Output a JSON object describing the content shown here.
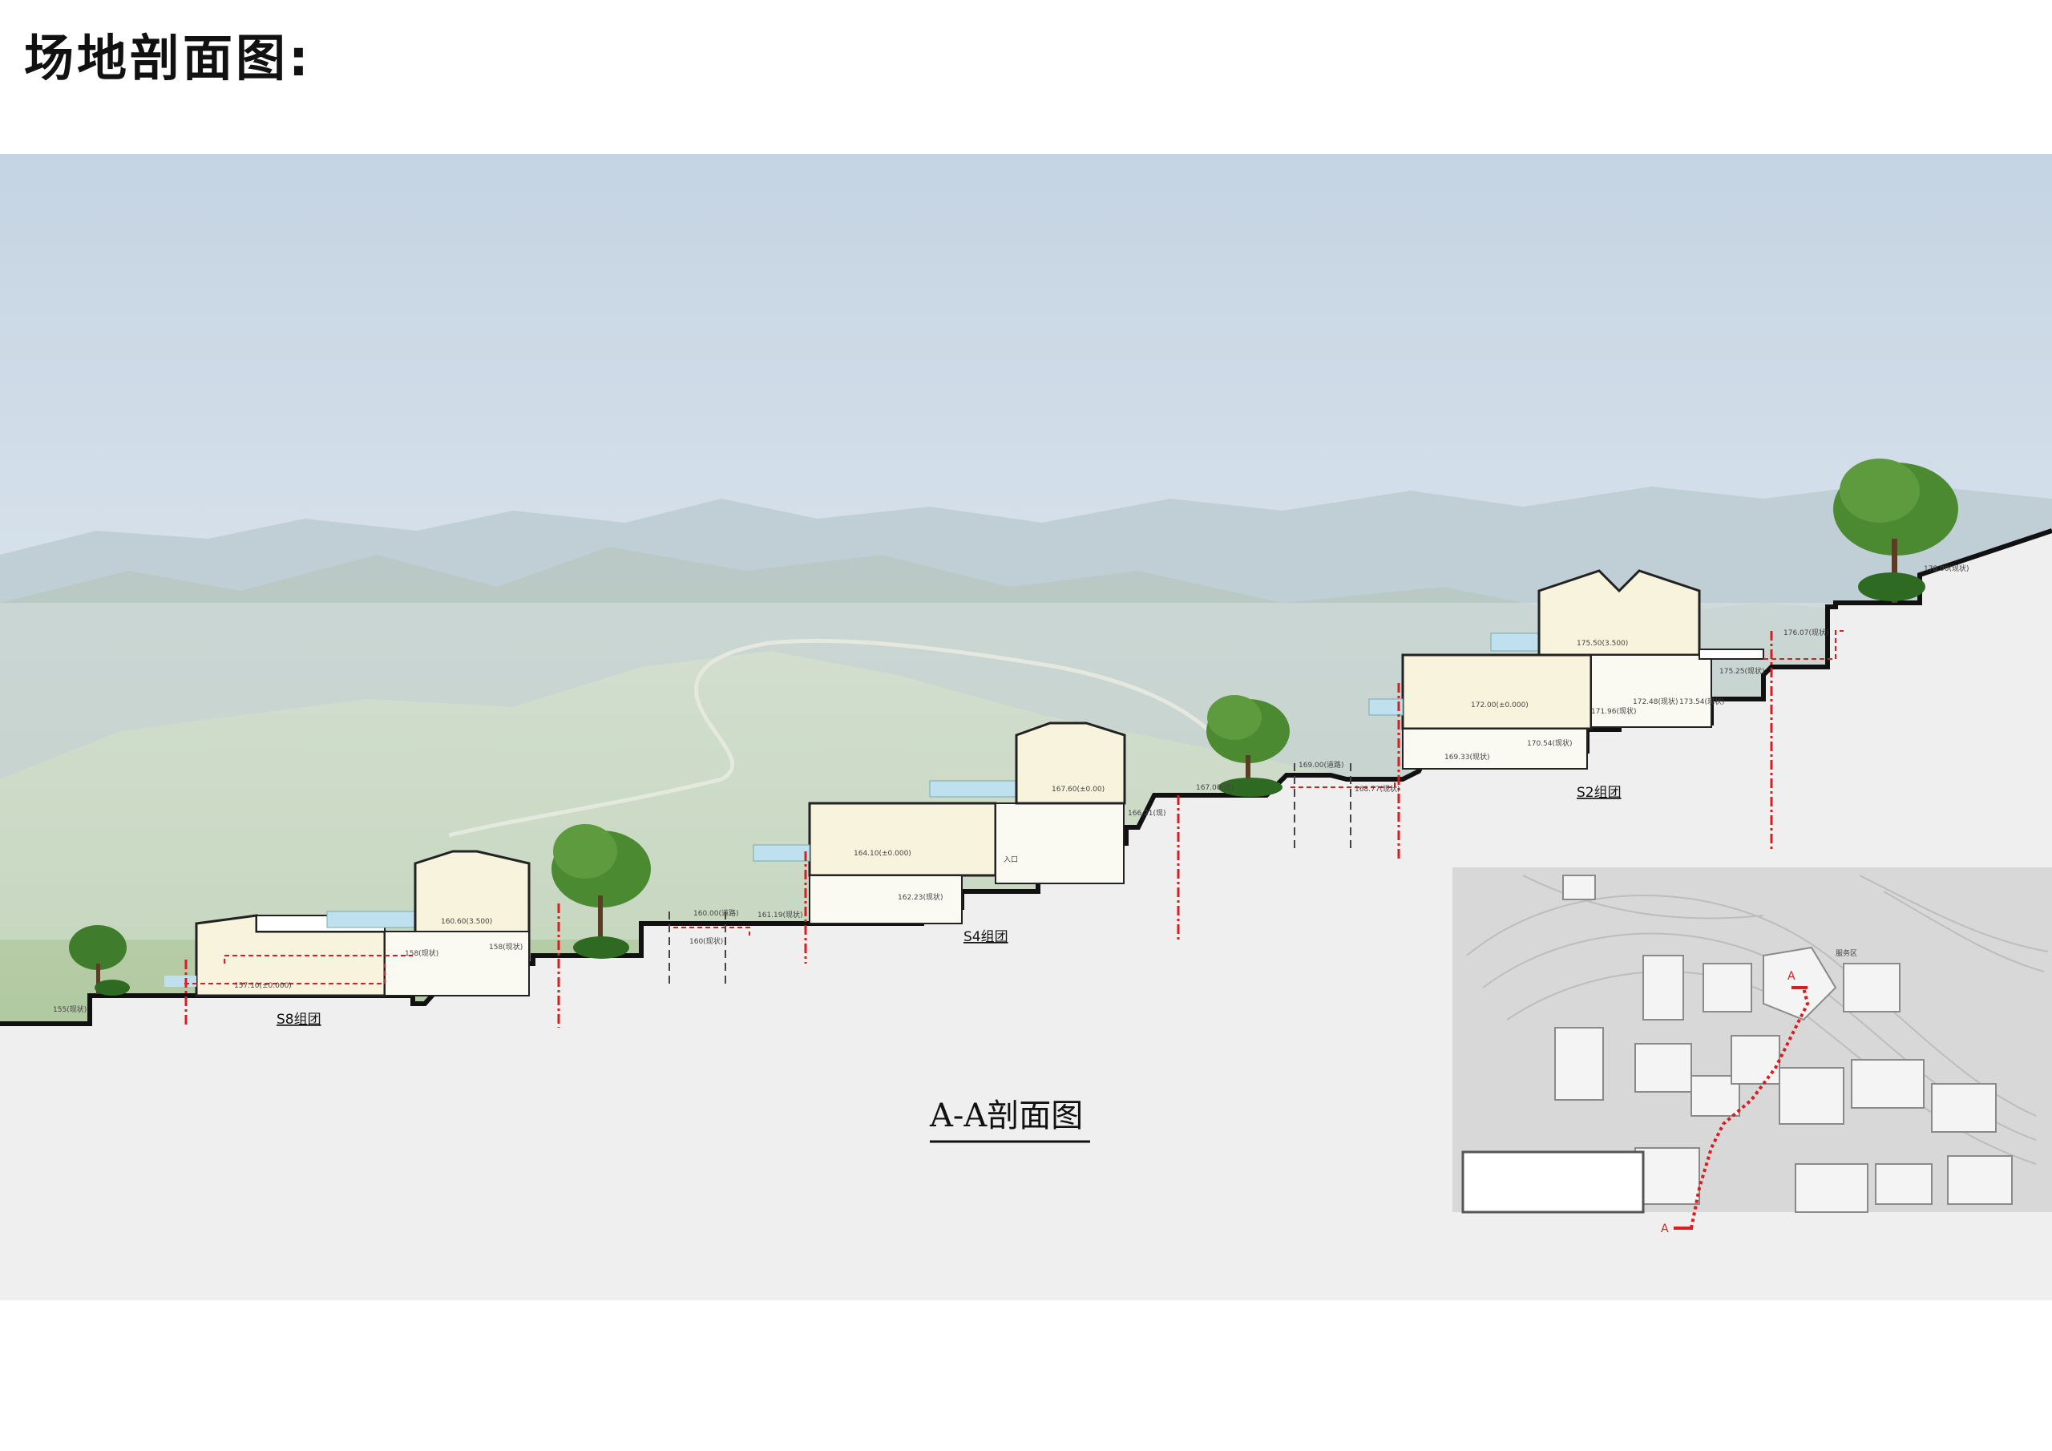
{
  "page_title": "场地剖面图:",
  "section_title": "A-A剖面图",
  "groups": [
    {
      "name": "S8组团"
    },
    {
      "name": "S4组团"
    },
    {
      "name": "S2组团"
    }
  ],
  "elevations": {
    "s8_floor": "157.10(±0.000)",
    "s8_upper": "160.60(3.500)",
    "s8_ground_right": "158(现状)",
    "s8_ground_step": "158(现状)",
    "left_ground": "155(现状)",
    "road_a": "160.00(道路)",
    "road_a_ground": "160(现状)",
    "s4_start": "161.19(现状)",
    "s4_lower": "162.23(现状)",
    "s4_floor": "164.10(±0.000)",
    "s4_upper": "167.60(±0.00)",
    "s4_right_step": "166.21(现)",
    "mid_ground": "167.00(现)",
    "road_b": "169.00(道路)",
    "road_b_ground": "168.77(现状)",
    "s2_ground_1": "169.33(现状)",
    "s2_ground_2": "170.54(现状)",
    "s2_floor": "172.00(±0.000)",
    "s2_upper": "175.50(3.500)",
    "s2_ground_3": "171.96(现状)",
    "s2_ground_4": "172.48(现状)",
    "s2_ground_5": "173.54(现状)",
    "s2_ground_6": "175.25(现状)",
    "s2_ground_7": "176.07(现状)",
    "top_ground": "178.00(现状)",
    "gate_label": "入口"
  },
  "key_plan": {
    "cut_label_start": "A",
    "cut_label_end": "A",
    "note": "服务区"
  },
  "colors": {
    "building_fill": "#f7f3dc",
    "ground_line": "#111111",
    "cut_line": "#d81e1e",
    "pool": "#bfe1ef",
    "tree": "#3f7d2c",
    "ground_fill": "#efefef"
  }
}
